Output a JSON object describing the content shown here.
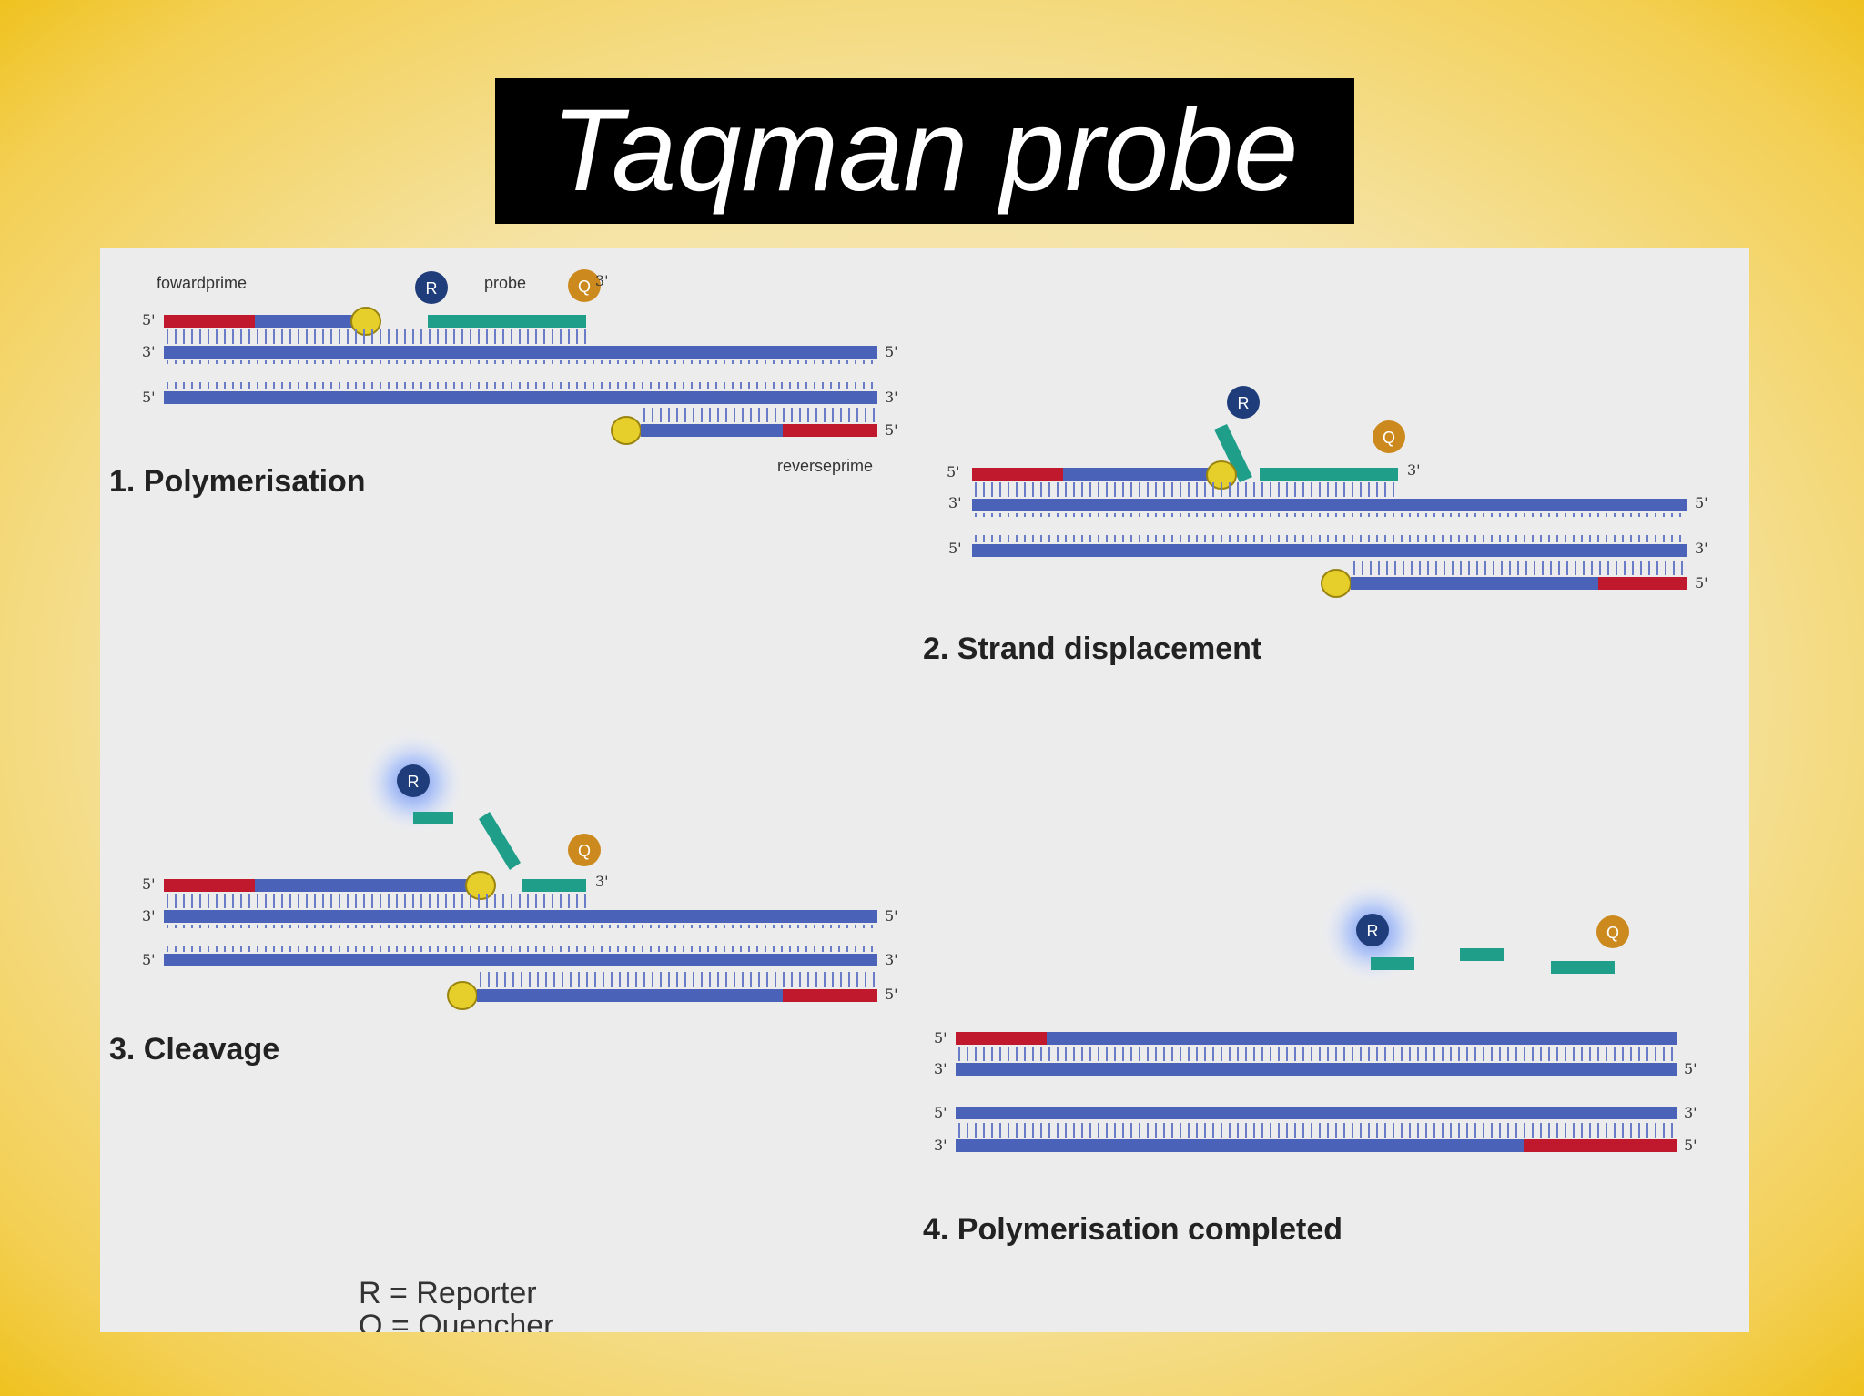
{
  "title": "Taqman probe",
  "colors": {
    "strand": "#4a62b8",
    "strand_dark": "#2d3f8f",
    "primer": "#c0182c",
    "probe": "#1f9e8a",
    "reporter": "#1f3d7a",
    "quencher": "#cc8a1e",
    "polymerase": "#e6cf2a"
  },
  "labels": {
    "forward_primer": "fowardprime",
    "probe": "probe",
    "reverse_primer": "reverseprime",
    "five_prime": "5'",
    "three_prime": "3'",
    "reporter_letter": "R",
    "quencher_letter": "Q"
  },
  "steps": [
    {
      "label": "1. Polymerisation"
    },
    {
      "label": "2. Strand displacement"
    },
    {
      "label": "3. Cleavage"
    },
    {
      "label": "4. Polymerisation completed"
    }
  ],
  "legend": {
    "reporter": "R = Reporter",
    "quencher": "Q = Quencher"
  }
}
